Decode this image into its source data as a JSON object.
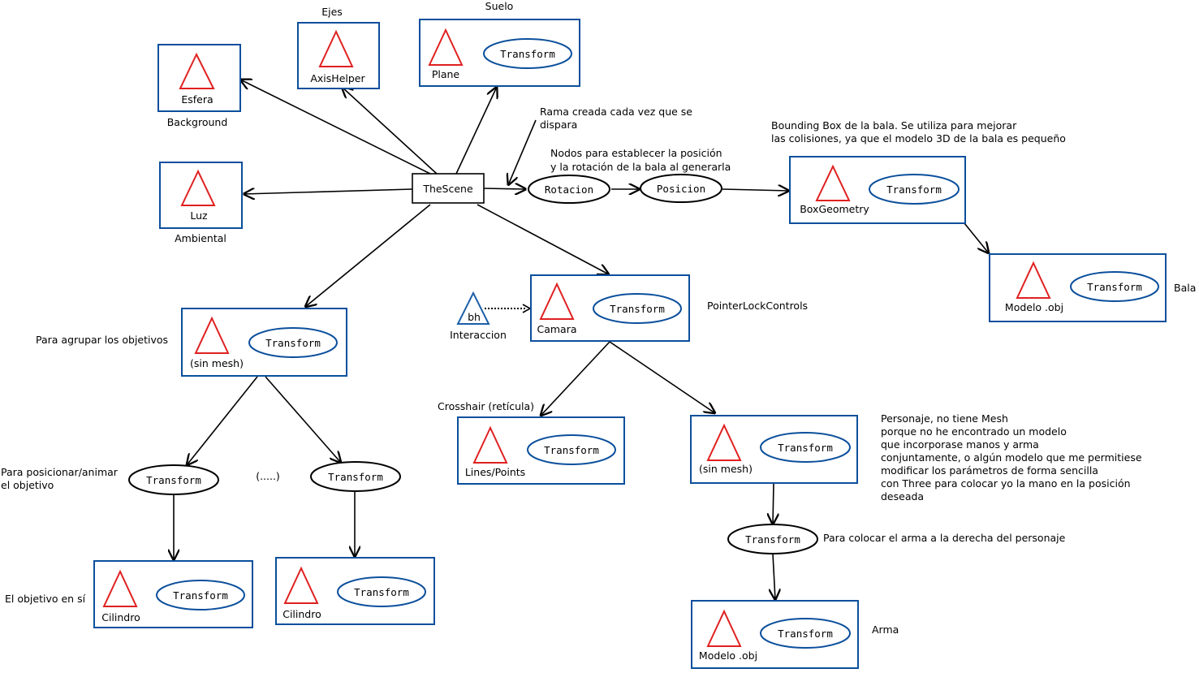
{
  "colors": {
    "node_border": "#0b4f9c",
    "mesh_triangle": "#e02020",
    "edge": "#000000"
  },
  "root": {
    "label": "TheScene"
  },
  "nodes": {
    "esfera": {
      "label": "Esfera",
      "caption": "Background"
    },
    "ejes": {
      "label": "AxisHelper",
      "caption": "Ejes"
    },
    "suelo": {
      "label": "Plane",
      "caption": "Suelo",
      "transform": "Transform"
    },
    "luz": {
      "label": "Luz",
      "caption": "Ambiental"
    },
    "rotacion": {
      "label": "Rotacion"
    },
    "posicion": {
      "label": "Posicion"
    },
    "boxgeometry": {
      "label": "BoxGeometry",
      "transform": "Transform"
    },
    "bala": {
      "label": "Modelo .obj",
      "caption": "Bala",
      "transform": "Transform"
    },
    "camara": {
      "label": "Camara",
      "caption": "PointerLockControls",
      "transform": "Transform"
    },
    "interaccion": {
      "label": "bh",
      "caption": "Interaccion"
    },
    "objetivos": {
      "label": "(sin mesh)",
      "caption": "Para agrupar los objetivos",
      "transform": "Transform"
    },
    "crosshair": {
      "label": "Lines/Points",
      "caption": "Crosshair (retícula)",
      "transform": "Transform"
    },
    "personaje": {
      "label": "(sin mesh)",
      "transform": "Transform"
    },
    "t_obj1": {
      "label": "Transform"
    },
    "t_obj2": {
      "label": "Transform"
    },
    "ellipsis": {
      "label": "(.....)"
    },
    "cil1": {
      "label": "Cilindro",
      "transform": "Transform"
    },
    "cil2": {
      "label": "Cilindro",
      "transform": "Transform"
    },
    "t_arma": {
      "label": "Transform"
    },
    "arma": {
      "label": "Modelo .obj",
      "caption": "Arma",
      "transform": "Transform"
    }
  },
  "annotations": {
    "rama": [
      "Rama creada cada vez que se",
      "dispara"
    ],
    "nodos_pos": [
      "Nodos para establecer la posición",
      "y la rotación de la bala al generarla"
    ],
    "bounding_box": [
      "Bounding Box de la bala. Se utiliza para mejorar",
      "las colisiones, ya que el modelo 3D de la bala es pequeño"
    ],
    "posicionar": [
      "Para posicionar/animar",
      "el objetivo"
    ],
    "objetivo_en_si": [
      "El objetivo en sí"
    ],
    "personaje_note": [
      "Personaje, no tiene Mesh",
      "porque no he encontrado un modelo",
      "que incorporase manos y arma",
      "conjuntamente, o algún modelo que me permitiese",
      "modificar los parámetros de forma sencilla",
      "con Three para colocar yo la mano en la posición",
      "deseada"
    ],
    "colocar_arma": [
      "Para colocar el arma a la derecha del personaje"
    ]
  }
}
